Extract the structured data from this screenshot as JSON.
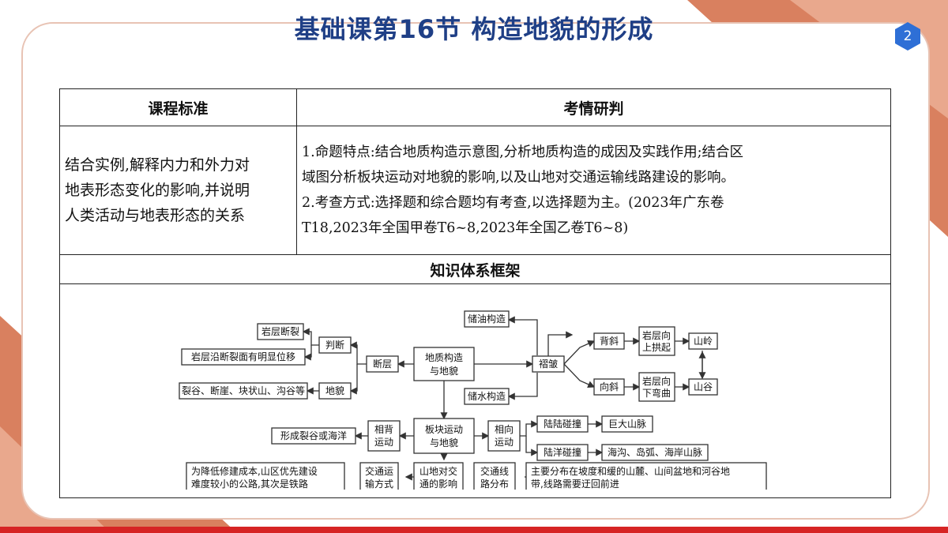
{
  "page": {
    "title": "基础课第16节  构造地貌的形成",
    "page_number": "2",
    "colors": {
      "accent": "#d9805f",
      "title": "#1f3f86",
      "badge": "#2e6fd6",
      "bar": "#d62424"
    }
  },
  "table": {
    "header_left": "课程标准",
    "header_right": "考情研判",
    "standard_lines": [
      "结合实例,解释内力和外力对",
      "地表形态变化的影响,并说明",
      "人类活动与地表形态的关系"
    ],
    "analysis_lines": [
      "1.命题特点:结合地质构造示意图,分析地质构造的成因及实践作用;结合区",
      "域图分析板块运动对地貌的影响,以及山地对交通运输线路建设的影响。",
      "2.考查方式:选择题和综合题均有考查,以选择题为主。(2023年广东卷",
      "T18,2023年全国甲卷T6~8,2023年全国乙卷T6~8)"
    ],
    "framework_title": "知识体系框架"
  },
  "diagram": {
    "b_yanceng": "岩层断裂",
    "b_yanyan": "岩层沿断裂面有明显位移",
    "b_liegu": "裂谷、断崖、块状山、沟谷等",
    "b_panduan": "判断",
    "b_dimao": "地貌",
    "b_duanceng": "断层",
    "b_dizhi1": "地质构造",
    "b_dizhi2": "与地貌",
    "b_chuyou": "储油构造",
    "b_chushui": "储水构造",
    "b_zhezhou": "褶皱",
    "b_beixie": "背斜",
    "b_xiangxie": "向斜",
    "b_shang1": "岩层向",
    "b_shang2": "上拱起",
    "b_xia1": "岩层向",
    "b_xia2": "下弯曲",
    "b_shanling": "山岭",
    "b_shangu": "山谷",
    "b_xingcheng": "形成裂谷或海洋",
    "b_xiangbei1": "相背",
    "b_xiangbei2": "运动",
    "b_bankuai1": "板块运动",
    "b_bankuai2": "与地貌",
    "b_xiangxiang1": "相向",
    "b_xiangxiang2": "运动",
    "b_lulu": "陆陆碰撞",
    "b_luyang": "陆洋碰撞",
    "b_juda": "巨大山脉",
    "b_haigou": "海沟、岛弧、海岸山脉",
    "b_weijiang1": "为降低修建成本,山区优先建设",
    "b_weijiang2": "难度较小的公路,其次是铁路",
    "b_jiaotong1": "交通运",
    "b_jiaotong2": "输方式",
    "b_shandi1": "山地对交",
    "b_shandi2": "通的影响",
    "b_xianlu1": "交通线",
    "b_xianlu2": "路分布",
    "b_zhuyao1": "主要分布在坡度和缓的山麓、山间盆地和河谷地",
    "b_zhuyao2": "带,线路需要迂回前进"
  }
}
